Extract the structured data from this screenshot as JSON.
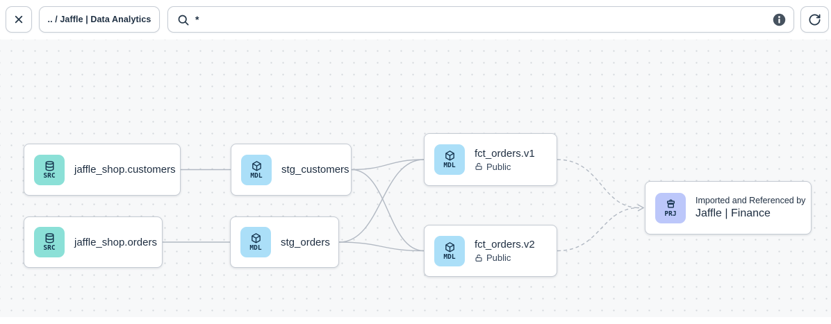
{
  "toolbar": {
    "breadcrumb_label": ".. / Jaffle | Data Analytics",
    "search_value": "*",
    "icons": [
      "close-icon",
      "search-icon",
      "info-icon",
      "refresh-icon"
    ]
  },
  "colors": {
    "src_badge": "#8be0d7",
    "mdl_badge": "#abdff8",
    "prj_badge": "#bcc7fa",
    "edge": "#b2b9c3",
    "canvas_bg": "#f7f8f9",
    "text": "#1d2d40"
  },
  "nodes": [
    {
      "type": "SRC",
      "icon": "database-icon",
      "label": "jaffle_shop.customers"
    },
    {
      "type": "SRC",
      "icon": "database-icon",
      "label": "jaffle_shop.orders"
    },
    {
      "type": "MDL",
      "icon": "package-icon",
      "label": "stg_customers"
    },
    {
      "type": "MDL",
      "icon": "package-icon",
      "label": "stg_orders"
    },
    {
      "type": "MDL",
      "icon": "package-icon",
      "label": "fct_orders.v1",
      "access": "Public",
      "access_icon": "unlock-icon"
    },
    {
      "type": "MDL",
      "icon": "package-icon",
      "label": "fct_orders.v2",
      "access": "Public",
      "access_icon": "unlock-icon"
    },
    {
      "type": "PRJ",
      "icon": "project-icon",
      "caption": "Imported and Referenced by",
      "label": "Jaffle | Finance"
    }
  ],
  "edges": [
    {
      "from": "jaffle_shop.customers",
      "to": "stg_customers",
      "style": "solid"
    },
    {
      "from": "jaffle_shop.orders",
      "to": "stg_orders",
      "style": "solid"
    },
    {
      "from": "stg_customers",
      "to": "fct_orders.v1",
      "style": "solid"
    },
    {
      "from": "stg_customers",
      "to": "fct_orders.v2",
      "style": "solid"
    },
    {
      "from": "stg_orders",
      "to": "fct_orders.v1",
      "style": "solid"
    },
    {
      "from": "stg_orders",
      "to": "fct_orders.v2",
      "style": "solid"
    },
    {
      "from": "fct_orders.v1",
      "to": "Jaffle | Finance",
      "style": "dashed"
    },
    {
      "from": "fct_orders.v2",
      "to": "Jaffle | Finance",
      "style": "dashed"
    }
  ]
}
